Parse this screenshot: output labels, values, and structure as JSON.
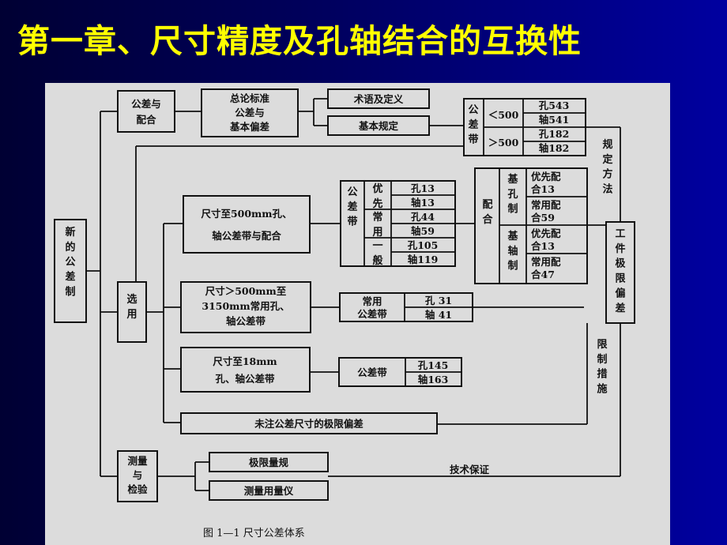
{
  "title": "第一章、尺寸精度及孔轴结合的互换性",
  "figure": {
    "caption": "图 1—1    尺寸公差体系",
    "root": "新的公差制",
    "branch1": "公差与配合",
    "general_std": [
      "总论标准",
      "公差与",
      "基本偏差"
    ],
    "terms": "术语及定义",
    "basic_rules": "基本规定",
    "tol_band_label": "公差带",
    "lt500": "＜500",
    "gt500": "＞500",
    "holes543": "孔543",
    "shafts541": "轴541",
    "holes182": "孔182",
    "shafts182": "轴182",
    "regulated_method": "规定方法",
    "workpiece_dev": "工件极限偏差",
    "limit_measures": "限制措施",
    "select": "选用",
    "box500": [
      "尺寸至500mm孔、",
      "轴公差带与配合"
    ],
    "gongchadai_v": "公差带",
    "pref_v": "优先",
    "common_v": "常用",
    "general_v": "一般",
    "h13": "孔13",
    "s13": "轴13",
    "h44": "孔44",
    "s59": "轴59",
    "h105": "孔105",
    "s119": "轴119",
    "fit_v": "配合",
    "hole_basis_v": "基孔制",
    "shaft_basis_v": "基轴制",
    "pref_fit": [
      "优先配",
      "合13"
    ],
    "common_fit_59": [
      "常用配",
      "合59"
    ],
    "pref_fit_s": [
      "优先配",
      "合13"
    ],
    "common_fit_47": [
      "常用配",
      "合47"
    ],
    "box3150": [
      "尺寸＞500mm至",
      "3150mm常用孔、",
      "轴公差带"
    ],
    "common_band": [
      "常用",
      "公差带"
    ],
    "h31": "孔 31",
    "s41": "轴 41",
    "box18": [
      "尺寸至18mm",
      "孔、轴公差带"
    ],
    "band18": "公差带",
    "h145": "孔145",
    "s163": "轴163",
    "unmarked": "未注公差尺寸的极限偏差",
    "measure": [
      "测量",
      "与",
      "检验"
    ],
    "gauge": "极限量规",
    "instrument": "测量用量仪",
    "tech_guarantee": "技术保证"
  }
}
